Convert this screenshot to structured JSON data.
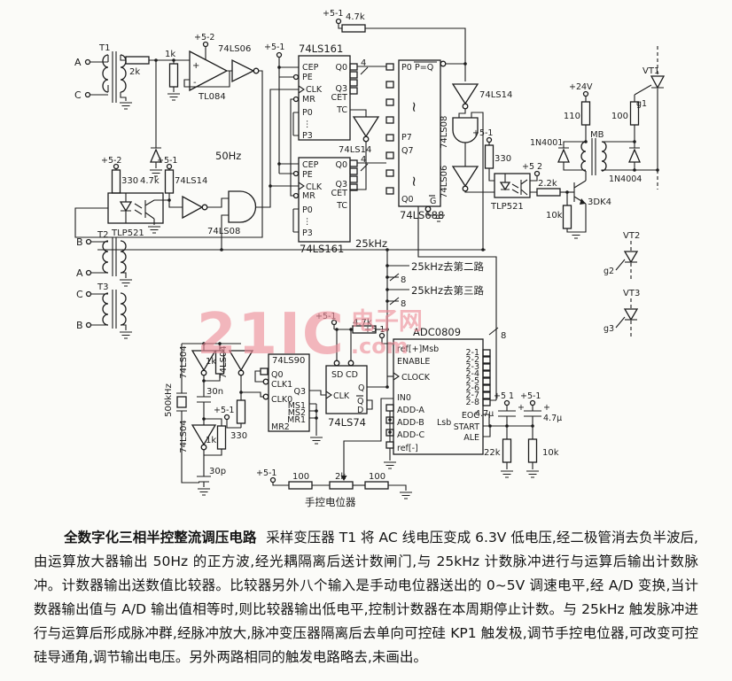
{
  "colors": {
    "ink": "#1d1d1d",
    "paper": "#fbfbf8",
    "watermark": "#ee8c99"
  },
  "watermark": {
    "brand": "21IC",
    "cn": "电子网",
    "com": ".com"
  },
  "sampling": {
    "term_a": "A",
    "term_c": "C",
    "xfmr": "T1",
    "r_series": "2k",
    "r_in": "1k",
    "vcc": "+5-2",
    "plus": "+",
    "minus": "-",
    "opamp": "TL084",
    "inverter": "74LS06"
  },
  "iso50": {
    "vcc_left": "+5-2",
    "r_left": "330",
    "vcc_mid": "+5-1",
    "r_mid": "4.7k",
    "schmitt": "74LS14",
    "opto": "TLP521",
    "freq": "50Hz",
    "gate": "74LS08"
  },
  "t2": {
    "p_top": "B",
    "p_bot": "A",
    "name": "T2"
  },
  "t3": {
    "p_top": "C",
    "p_bot": "B",
    "name": "T3"
  },
  "counters": {
    "vcc_left": "+5-1",
    "vcc_rail": "+5-1",
    "r_rail": "4.7k",
    "mid_inv": "74LS14",
    "freq": "25kHz",
    "top": {
      "name": "74LS161",
      "pins_l": [
        "CEP",
        "PE",
        "CLK",
        "MR",
        "P0",
        "P3"
      ],
      "dots": "⋮",
      "pins_r": [
        "Q0",
        "Q3",
        "CET",
        "TC"
      ],
      "bus": "4"
    },
    "bot": {
      "name": "74LS161",
      "pins_l": [
        "CEP",
        "PE",
        "CLK",
        "MR",
        "P0",
        "P3"
      ],
      "dots": "⋮",
      "pins_r": [
        "Q0",
        "Q3",
        "CET",
        "TC"
      ],
      "bus": "4"
    }
  },
  "comparator": {
    "name": "74LS688",
    "p0": "P0",
    "peq": "P=Q",
    "p7": "P7",
    "q7": "Q7",
    "q0": "Q0",
    "en": "G",
    "tilde": "~"
  },
  "trigger": {
    "schmitt": "74LS14",
    "gate": "74LS08",
    "driver": "74LS06",
    "vcc": "+5-1",
    "r": "330",
    "opto": "TLP521",
    "vcc2": "+5 2",
    "r_base": "2.2k"
  },
  "output": {
    "v24": "+24V",
    "r_pri": "110",
    "r_gate": "100",
    "d_pri": "1N4001",
    "xfmr": "MB",
    "d_sec": "1N4004",
    "vt1": "VT1",
    "g1": "g1",
    "npn": "3DK4",
    "r_b": "10k",
    "vt2": "VT2",
    "g2": "g2",
    "vt3": "VT3",
    "g3": "g3"
  },
  "dist": {
    "ch2": "25kHz去第二路",
    "bus2": "8",
    "ch3": "25kHz去第三路",
    "bus3": "8"
  },
  "osc": {
    "xtal": "500kHz",
    "inv1": "74LS04",
    "inv2": "74LS04",
    "inv3": "74LS04",
    "r1": "1k",
    "r2": "1k",
    "c1": "30n",
    "c2": "30p",
    "vcc": "+5-1",
    "r3": "330"
  },
  "divider": {
    "name": "74LS90",
    "q0": "Q0",
    "clk1": "CLK1",
    "clk0": "CLK0",
    "q3": "Q3",
    "ms1": "MS1",
    "ms2": "MS2",
    "mr1": "MR1",
    "mr2": "MR2"
  },
  "flipflop": {
    "name": "74LS74",
    "sd": "SD",
    "cd": "CD",
    "clk": "CLK",
    "q": "Q",
    "qb": "Q",
    "d": "D",
    "vcc": "+5-1",
    "r": "4.7k"
  },
  "adc": {
    "name": "ADC0809",
    "vcc": "+5-1",
    "refp": "ref[+]",
    "msb": "Msb",
    "enable": "ENABLE",
    "clock": "CLOCK",
    "in0": "IN0",
    "adda": "ADD-A",
    "addb": "ADD-B",
    "lsb": "Lsb",
    "addc": "ADD-C",
    "refm": "ref[-]",
    "bits": [
      "2-1",
      "2-2",
      "2-3",
      "2-4",
      "2-5",
      "2-6",
      "2-7",
      "2-8"
    ],
    "eoc": "EOC",
    "start": "START",
    "ale": "ALE",
    "bus": "8"
  },
  "rc": {
    "vcc1": "+5 1",
    "vcc2": "+5-1",
    "c1": "4.7μ",
    "plus1": "+",
    "c2": "4.7μ",
    "plus2": "+",
    "r1": "22k",
    "r2": "10k"
  },
  "pot": {
    "vcc": "+5-1",
    "r1": "100",
    "r2": "2k",
    "r3": "100",
    "label": "手控电位器"
  },
  "caption": {
    "title": "全数字化三相半控整流调压电路",
    "body": "采样变压器 T1 将 AC 线电压变成 6.3V 低电压,经二极管消去负半波后,由运算放大器输出 50Hz 的正方波,经光耦隔离后送计数闸门,与 25kHz 计数脉冲进行与运算后输出计数脉冲。计数器输出送数值比较器。比较器另外八个输入是手动电位器送出的 0~5V 调速电平,经 A/D 变换,当计数器输出值与 A/D 输出值相等时,则比较器输出低电平,控制计数器在本周期停止计数。与 25kHz 触发脉冲进行与运算后形成脉冲群,经脉冲放大,脉冲变压器隔离后去单向可控硅 KP1 触发极,调节手控电位器,可改变可控硅导通角,调节输出电压。另外两路相同的触发电路略去,未画出。"
  }
}
